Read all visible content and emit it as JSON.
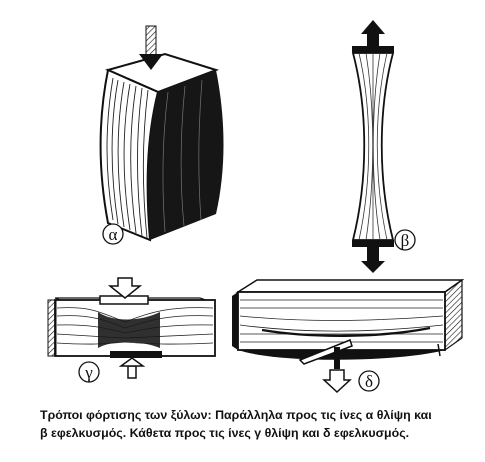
{
  "labels": {
    "alpha": "α",
    "beta": "β",
    "gamma": "γ",
    "delta": "δ"
  },
  "caption": {
    "line1": "Τρόποι φόρτισης των ξύλων: Παράλληλα προς τις ίνες α θλίψη και",
    "line2": "β εφελκυσμός. Κάθετα προς τις ίνες γ θλίψη και δ εφελκυσμός."
  }
}
